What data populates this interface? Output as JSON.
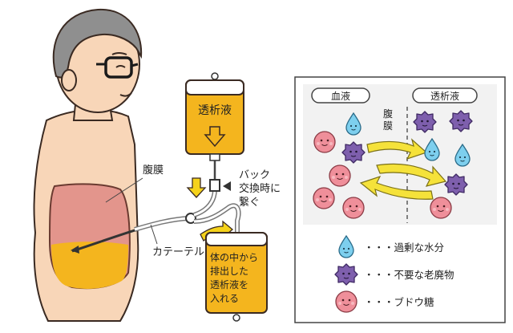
{
  "left": {
    "dialysate_bag_label": "透析液",
    "peritoneum_label": "腹膜",
    "catheter_label": "カテーテル",
    "connect_note": [
      "バック",
      "交換時に",
      "繋ぐ"
    ],
    "drain_bag_label": [
      "体の中から",
      "排出した",
      "透析液を",
      "入れる"
    ]
  },
  "right": {
    "blood_label": "血液",
    "membrane_label": [
      "腹",
      "膜"
    ],
    "dialysate_label": "透析液",
    "legend": [
      {
        "icon": "water-drop-icon",
        "text": "・・・過剰な水分"
      },
      {
        "icon": "waste-particle-icon",
        "text": "・・・不要な老廃物"
      },
      {
        "icon": "glucose-ball-icon",
        "text": "・・・ブドウ糖"
      }
    ]
  },
  "colors": {
    "skin": "#f8d6b8",
    "abdomen": "#e3958c",
    "dialysate": "#f4b51e",
    "arrow": "#f5e23a",
    "water": "#7dcfee",
    "waste": "#7e5fad",
    "glucose": "#ef8f9a",
    "hair": "#8f8f8f"
  }
}
